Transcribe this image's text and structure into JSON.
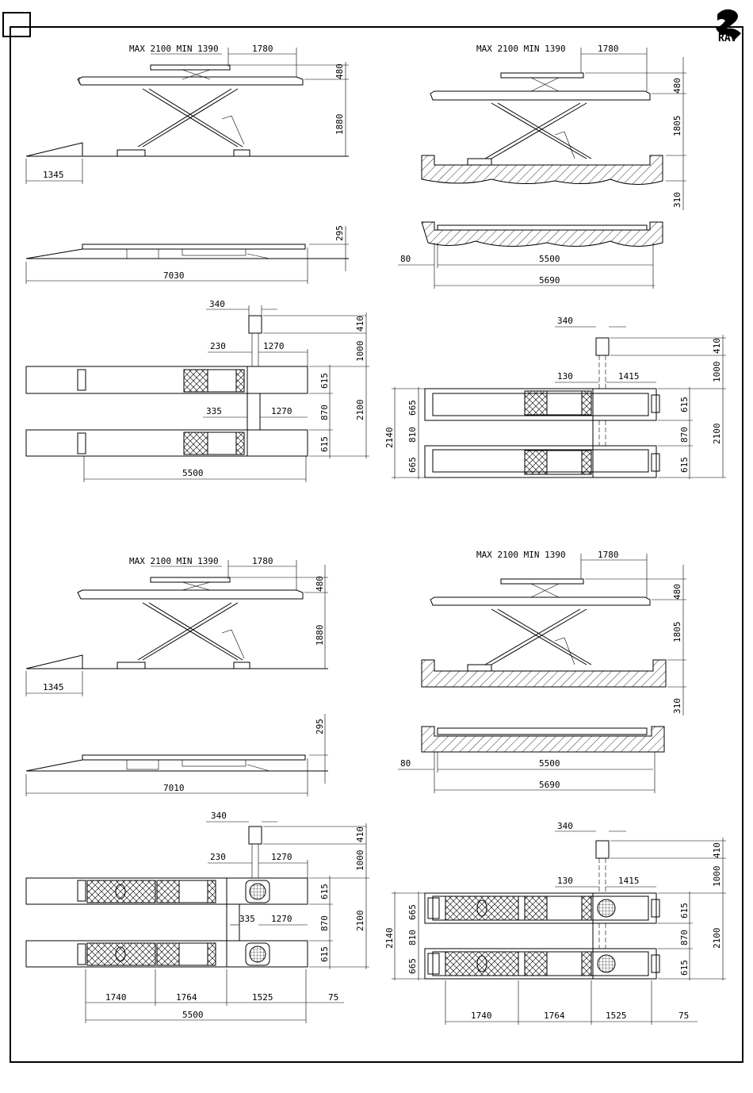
{
  "logo": {
    "text": "RAV"
  },
  "labels": {
    "max_min": "MAX  2100  MIN  1390",
    "d1780": "1780",
    "d480": "480",
    "d1880": "1880",
    "d1805": "1805",
    "d1345": "1345",
    "d310": "310",
    "d295": "295",
    "d7030": "7030",
    "d7010": "7010",
    "d80": "80",
    "d5500": "5500",
    "d5690": "5690",
    "d340": "340",
    "d410": "410",
    "d230": "230",
    "d1270": "1270",
    "d1000": "1000",
    "d615": "615",
    "d335": "335",
    "d870": "870",
    "d2100": "2100",
    "d130": "130",
    "d1415": "1415",
    "d2140": "2140",
    "d665": "665",
    "d810": "810",
    "d1740": "1740",
    "d1764": "1764",
    "d1525": "1525",
    "d75": "75"
  }
}
